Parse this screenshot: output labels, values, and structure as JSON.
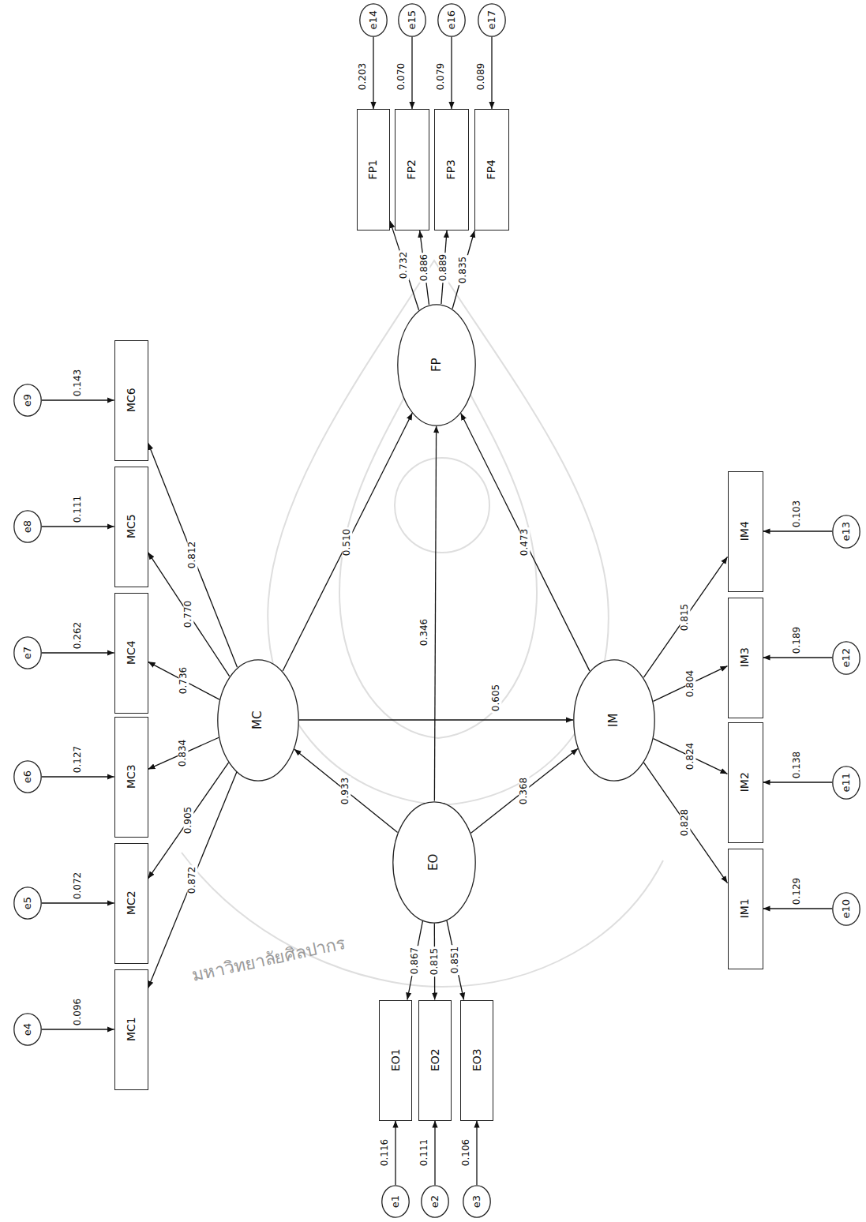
{
  "diagram": {
    "nodes": [
      {
        "text": [
          "e14"
        ]
      },
      {
        "text": [
          "e15"
        ]
      },
      {
        "text": [
          "e16"
        ]
      },
      {
        "text": [
          "e17"
        ]
      },
      {
        "text": [
          "FP1"
        ]
      },
      {
        "text": [
          "FP2"
        ]
      },
      {
        "text": [
          "FP3"
        ]
      },
      {
        "text": [
          "FP4"
        ]
      },
      {
        "text": [
          "FP"
        ]
      },
      {
        "text": [
          "e9"
        ]
      },
      {
        "text": [
          "e8"
        ]
      },
      {
        "text": [
          "e7"
        ]
      },
      {
        "text": [
          "e6"
        ]
      },
      {
        "text": [
          "e5"
        ]
      },
      {
        "text": [
          "e4"
        ]
      },
      {
        "text": [
          "MC6"
        ]
      },
      {
        "text": [
          "MC5"
        ]
      },
      {
        "text": [
          "MC4"
        ]
      },
      {
        "text": [
          "MC3"
        ]
      },
      {
        "text": [
          "MC2"
        ]
      },
      {
        "text": [
          "MC1"
        ]
      },
      {
        "text": [
          "MC"
        ]
      },
      {
        "text": [
          "IM"
        ]
      },
      {
        "text": [
          "IM4"
        ]
      },
      {
        "text": [
          "IM3"
        ]
      },
      {
        "text": [
          "IM2"
        ]
      },
      {
        "text": [
          "IM1"
        ]
      },
      {
        "text": [
          "e13"
        ]
      },
      {
        "text": [
          "e12"
        ]
      },
      {
        "text": [
          "e11"
        ]
      },
      {
        "text": [
          "e10"
        ]
      },
      {
        "text": [
          "EO"
        ]
      },
      {
        "text": [
          "EO1"
        ]
      },
      {
        "text": [
          "EO2"
        ]
      },
      {
        "text": [
          "EO3"
        ]
      },
      {
        "text": [
          "e1"
        ]
      },
      {
        "text": [
          "e2"
        ]
      },
      {
        "text": [
          "e3"
        ]
      }
    ],
    "edges": [
      {
        "from": 0,
        "to": 4,
        "label": "0.203",
        "arrow": "to"
      },
      {
        "from": 1,
        "to": 5,
        "label": "0.070",
        "arrow": "to"
      },
      {
        "from": 2,
        "to": 6,
        "label": "0.079",
        "arrow": "to"
      },
      {
        "from": 3,
        "to": 7,
        "label": "0.089",
        "arrow": "to"
      },
      {
        "from": 8,
        "to": 4,
        "label": "0.732",
        "arrow": "to"
      },
      {
        "from": 8,
        "to": 5,
        "label": "0.886",
        "arrow": "to"
      },
      {
        "from": 8,
        "to": 6,
        "label": "0.889",
        "arrow": "to"
      },
      {
        "from": 8,
        "to": 7,
        "label": "0.835",
        "arrow": "to"
      },
      {
        "from": 9,
        "to": 15,
        "label": "0.143",
        "arrow": "to"
      },
      {
        "from": 10,
        "to": 16,
        "label": "0.111",
        "arrow": "to"
      },
      {
        "from": 11,
        "to": 17,
        "label": "0.262",
        "arrow": "to"
      },
      {
        "from": 12,
        "to": 18,
        "label": "0.127",
        "arrow": "to"
      },
      {
        "from": 13,
        "to": 19,
        "label": "0.072",
        "arrow": "to"
      },
      {
        "from": 14,
        "to": 20,
        "label": "0.096",
        "arrow": "to"
      },
      {
        "from": 21,
        "to": 15,
        "label": "0.812",
        "arrow": "to"
      },
      {
        "from": 21,
        "to": 16,
        "label": "0.770",
        "arrow": "to"
      },
      {
        "from": 21,
        "to": 17,
        "label": "0.736",
        "arrow": "to"
      },
      {
        "from": 21,
        "to": 18,
        "label": "0.834",
        "arrow": "to"
      },
      {
        "from": 21,
        "to": 19,
        "label": "0.905",
        "arrow": "to"
      },
      {
        "from": 21,
        "to": 20,
        "label": "0.872",
        "arrow": "to"
      },
      {
        "from": 21,
        "to": 8,
        "label": "0.510",
        "arrow": "to"
      },
      {
        "from": 31,
        "to": 8,
        "label": "0.346",
        "arrow": "to"
      },
      {
        "from": 22,
        "to": 8,
        "label": "0.473",
        "arrow": "to"
      },
      {
        "from": 21,
        "to": 22,
        "label": "0.605",
        "arrow": "to"
      },
      {
        "from": 31,
        "to": 21,
        "label": "0.933",
        "arrow": "to"
      },
      {
        "from": 31,
        "to": 22,
        "label": "0.368",
        "arrow": "to"
      },
      {
        "from": 22,
        "to": 23,
        "label": "0.815",
        "arrow": "to"
      },
      {
        "from": 22,
        "to": 24,
        "label": "0.804",
        "arrow": "to"
      },
      {
        "from": 22,
        "to": 25,
        "label": "0.824",
        "arrow": "to"
      },
      {
        "from": 22,
        "to": 26,
        "label": "0.828",
        "arrow": "to"
      },
      {
        "from": 27,
        "to": 23,
        "label": "0.103",
        "arrow": "to"
      },
      {
        "from": 28,
        "to": 24,
        "label": "0.189",
        "arrow": "to"
      },
      {
        "from": 29,
        "to": 25,
        "label": "0.138",
        "arrow": "to"
      },
      {
        "from": 30,
        "to": 26,
        "label": "0.129",
        "arrow": "to"
      },
      {
        "from": 31,
        "to": 32,
        "label": "0.867",
        "arrow": "to"
      },
      {
        "from": 31,
        "to": 33,
        "label": "0.815",
        "arrow": "to"
      },
      {
        "from": 31,
        "to": 34,
        "label": "0.851",
        "arrow": "to"
      },
      {
        "from": 35,
        "to": 32,
        "label": "0.116",
        "arrow": "to"
      },
      {
        "from": 36,
        "to": 33,
        "label": "0.111",
        "arrow": "to"
      },
      {
        "from": 37,
        "to": 34,
        "label": "0.106",
        "arrow": "to"
      }
    ],
    "labels": [
      "มหาวิทยาลัยศิลปากร"
    ]
  }
}
